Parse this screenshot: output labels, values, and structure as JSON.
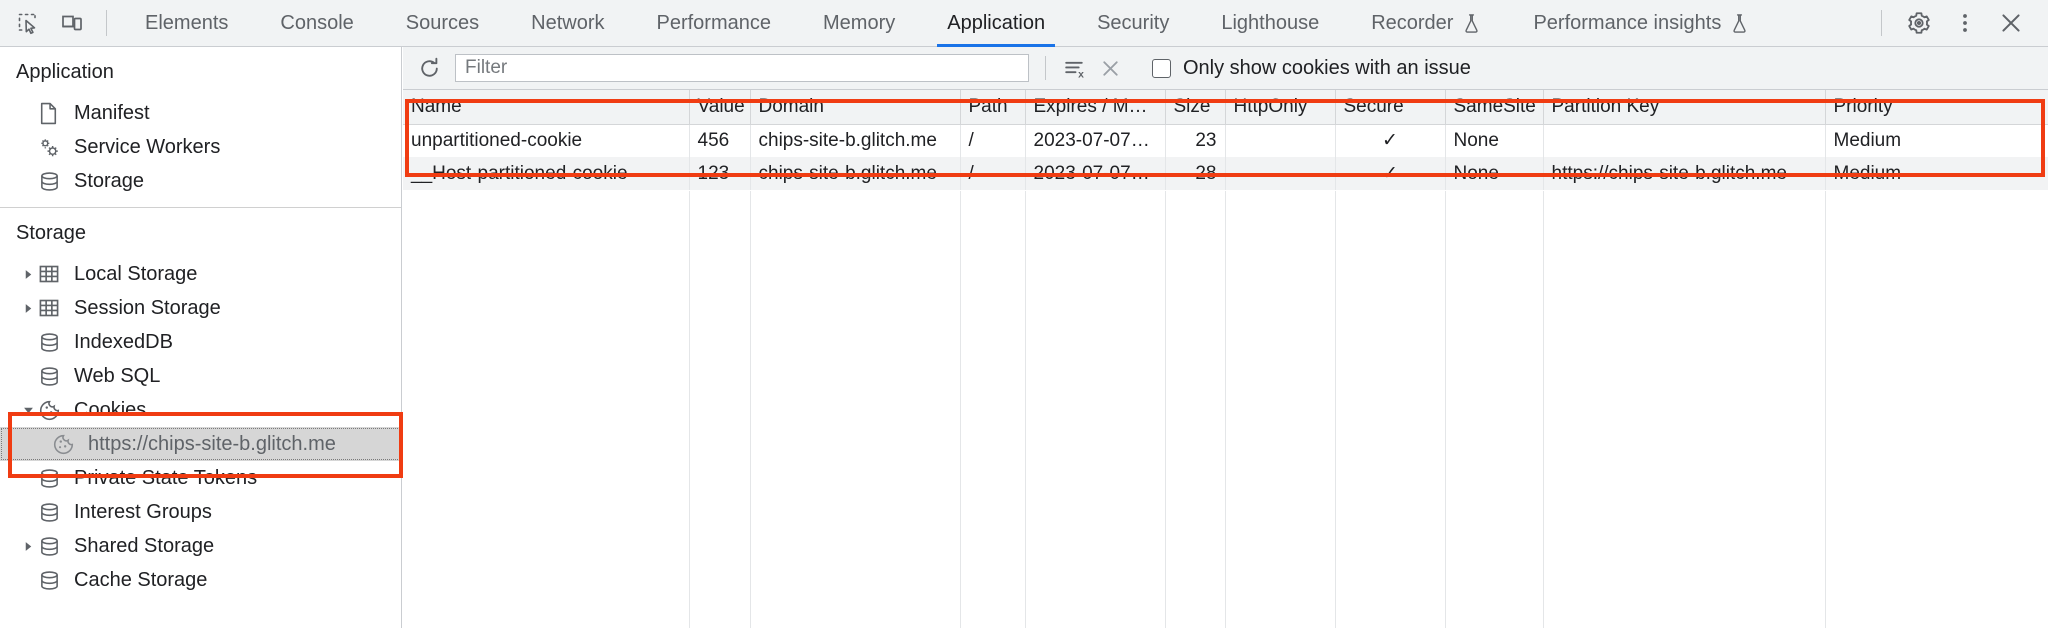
{
  "toolbar": {
    "inspect_icon": "inspect-element-icon",
    "device_icon": "device-toolbar-icon",
    "tabs": [
      {
        "label": "Elements",
        "active": false,
        "experimental": false
      },
      {
        "label": "Console",
        "active": false,
        "experimental": false
      },
      {
        "label": "Sources",
        "active": false,
        "experimental": false
      },
      {
        "label": "Network",
        "active": false,
        "experimental": false
      },
      {
        "label": "Performance",
        "active": false,
        "experimental": false
      },
      {
        "label": "Memory",
        "active": false,
        "experimental": false
      },
      {
        "label": "Application",
        "active": true,
        "experimental": false
      },
      {
        "label": "Security",
        "active": false,
        "experimental": false
      },
      {
        "label": "Lighthouse",
        "active": false,
        "experimental": false
      },
      {
        "label": "Recorder",
        "active": false,
        "experimental": true
      },
      {
        "label": "Performance insights",
        "active": false,
        "experimental": true
      }
    ],
    "settings_icon": "gear-icon",
    "more_icon": "kebab-menu-icon",
    "close_icon": "close-icon",
    "active_tab_underline_color": "#1a73e8"
  },
  "sidebar": {
    "application": {
      "title": "Application",
      "items": [
        {
          "label": "Manifest",
          "icon": "document-icon",
          "twisty": "none",
          "selected": false
        },
        {
          "label": "Service Workers",
          "icon": "service-workers-icon",
          "twisty": "none",
          "selected": false
        },
        {
          "label": "Storage",
          "icon": "database-icon",
          "twisty": "none",
          "selected": false
        }
      ]
    },
    "storage": {
      "title": "Storage",
      "items": [
        {
          "label": "Local Storage",
          "icon": "table-icon",
          "twisty": "collapsed",
          "selected": false,
          "child": false
        },
        {
          "label": "Session Storage",
          "icon": "table-icon",
          "twisty": "collapsed",
          "selected": false,
          "child": false
        },
        {
          "label": "IndexedDB",
          "icon": "database-icon",
          "twisty": "none",
          "selected": false,
          "child": false
        },
        {
          "label": "Web SQL",
          "icon": "database-icon",
          "twisty": "none",
          "selected": false,
          "child": false
        },
        {
          "label": "Cookies",
          "icon": "cookie-icon",
          "twisty": "expanded",
          "selected": false,
          "child": false
        },
        {
          "label": "https://chips-site-b.glitch.me",
          "icon": "cookie-icon",
          "twisty": "none",
          "selected": true,
          "child": true
        },
        {
          "label": "Private State Tokens",
          "icon": "database-icon",
          "twisty": "none",
          "selected": false,
          "child": false
        },
        {
          "label": "Interest Groups",
          "icon": "database-icon",
          "twisty": "none",
          "selected": false,
          "child": false
        },
        {
          "label": "Shared Storage",
          "icon": "database-icon",
          "twisty": "collapsed",
          "selected": false,
          "child": false
        },
        {
          "label": "Cache Storage",
          "icon": "database-icon",
          "twisty": "none",
          "selected": false,
          "child": false
        }
      ]
    }
  },
  "filter_bar": {
    "refresh_icon": "refresh-icon",
    "filter_placeholder": "Filter",
    "filter_value": "",
    "clear_all_icon": "clear-all-cookies-icon",
    "clear_filtered_icon": "clear-filtered-cookies-icon",
    "only_issues_label": "Only show cookies with an issue",
    "only_issues_checked": false
  },
  "cookie_table": {
    "columns": [
      "Name",
      "Value",
      "Domain",
      "Path",
      "Expires / M…",
      "Size",
      "HttpOnly",
      "Secure",
      "SameSite",
      "Partition Key",
      "Priority"
    ],
    "rows": [
      {
        "name": "unpartitioned-cookie",
        "value": "456",
        "domain": "chips-site-b.glitch.me",
        "path": "/",
        "expires": "2023-07-07…",
        "size": "23",
        "http_only": "",
        "secure": "✓",
        "same_site": "None",
        "partition_key": "",
        "priority": "Medium"
      },
      {
        "name": "__Host-partitioned-cookie",
        "value": "123",
        "domain": "chips-site-b.glitch.me",
        "path": "/",
        "expires": "2023-07-07…",
        "size": "28",
        "http_only": "",
        "secure": "✓",
        "same_site": "None",
        "partition_key": "https://chips-site-b.glitch.me",
        "priority": "Medium"
      }
    ]
  },
  "annotations": {
    "highlight_color": "#f03c12",
    "boxes": [
      {
        "name": "cookie-table-highlight"
      },
      {
        "name": "cookies-tree-highlight"
      }
    ]
  }
}
